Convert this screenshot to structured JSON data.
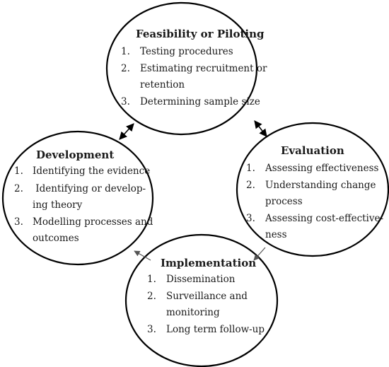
{
  "stages": {
    "feasibility": {
      "title": "Feasibility or Piloting",
      "items": [
        {
          "num": "1.",
          "lines": [
            "Testing procedures"
          ]
        },
        {
          "num": "2.",
          "lines": [
            "Estimating recruitment or",
            "retention"
          ]
        },
        {
          "num": "3.",
          "lines": [
            "Determining sample size"
          ]
        }
      ]
    },
    "development": {
      "title": "Development",
      "items": [
        {
          "num": "1.",
          "lines": [
            "Identifying the evidence"
          ]
        },
        {
          "num": "2.",
          "lines": [
            " Identifying or develop-",
            "ing theory"
          ]
        },
        {
          "num": "3.",
          "lines": [
            "Modelling processes and",
            "outcomes"
          ]
        }
      ]
    },
    "evaluation": {
      "title": "Evaluation",
      "items": [
        {
          "num": "1.",
          "lines": [
            "Assessing effectiveness"
          ]
        },
        {
          "num": "2.",
          "lines": [
            "Understanding change",
            "process"
          ]
        },
        {
          "num": "3.",
          "lines": [
            "Assessing cost-effective-",
            "ness"
          ]
        }
      ]
    },
    "implementation": {
      "title": "Implementation",
      "items": [
        {
          "num": "1.",
          "lines": [
            "Dissemination"
          ]
        },
        {
          "num": "2.",
          "lines": [
            "Surveillance and",
            "monitoring"
          ]
        },
        {
          "num": "3.",
          "lines": [
            "Long term follow-up"
          ]
        }
      ]
    }
  },
  "colors": {
    "stroke": "#000000",
    "arrow": "#555555",
    "text": "#1a1a1a"
  }
}
